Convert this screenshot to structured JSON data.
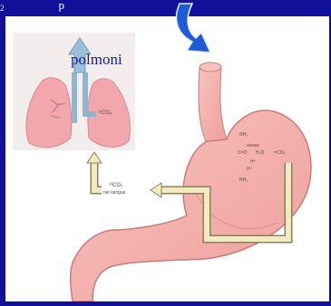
{
  "caption": {
    "left_sub": "2",
    "rest": "p"
  },
  "labels": {
    "lungs": "polmoni",
    "lung_formula": "¹³CO₂",
    "blood_formula": "¹³CO₂",
    "blood_label": "nel sangue",
    "stomach_top": "NH₂",
    "stomach_urease": "ureasi",
    "stomach_mid": "C=O",
    "stomach_h2o": "H₂O",
    "stomach_co2": "¹³CO₂",
    "stomach_h": "H⁺",
    "stomach_hydrogen": "H⁺",
    "stomach_bottom": "NH₂"
  },
  "colors": {
    "background": "#10109a",
    "panel": "#ffffff",
    "lung": "#f2a7ad",
    "stomach": "#f6b3b0",
    "arrow_blue": "#1e5bd8",
    "pathway": "#f3ebc0",
    "airway": "#7aaecd"
  }
}
